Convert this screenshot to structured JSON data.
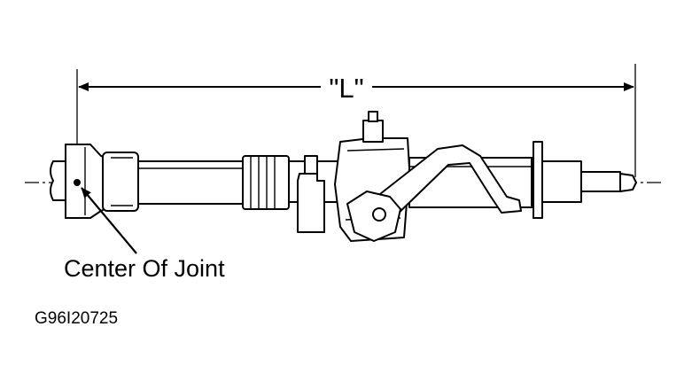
{
  "diagram": {
    "dimension_label": "\"L\"",
    "callout_label": "Center Of Joint",
    "figure_code": "G96I20725"
  }
}
